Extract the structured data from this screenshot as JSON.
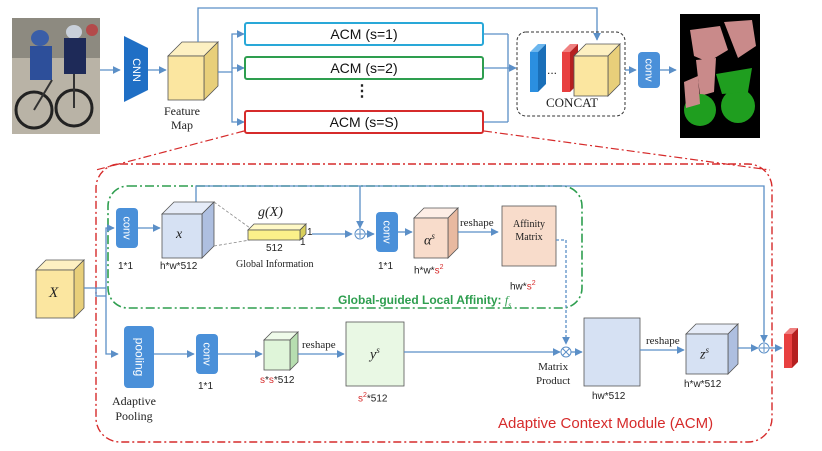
{
  "pipeline": {
    "cnn_label": "CNN",
    "feature_map_label": "Feature\nMap",
    "acm_branches": [
      "ACM (s=1)",
      "ACM (s=2)",
      "ACM (s=S)"
    ],
    "vertical_dots": "⋮",
    "dots": "...",
    "concat_label": "CONCAT",
    "conv_label": "conv"
  },
  "module": {
    "title": "Adaptive Context Module (ACM)",
    "input_label": "X",
    "gla_caption": "Global-guided Local Affinity: ",
    "gla_symbol": "f",
    "gla_symbol_sub": "s",
    "conv_label": "conv",
    "pooling_label": "pooling",
    "x_label": "x",
    "x_dims": "h*w*512",
    "g_label": "g(X)",
    "global_vec_size": "512",
    "global_vec_one": "1",
    "global_info_label": "Global Information",
    "conv1_dims": "1*1",
    "conv2_dims": "1*1",
    "conv3_dims": "1*1",
    "alpha_label": "α",
    "alpha_sup": "s",
    "alpha_dims_prefix": "h*w*",
    "alpha_dims_s": "s",
    "alpha_dims_sup": "2",
    "reshape_label": "reshape",
    "affinity_label": "Affinity\nMatrix",
    "affinity_dims_prefix": "hw*",
    "affinity_dims_s": "s",
    "affinity_dims_sup": "2",
    "adaptive_pooling_label": "Adaptive\nPooling",
    "ss_dims_s1": "s",
    "ss_dims_star": "*",
    "ss_dims_s2": "s",
    "ss_dims_rest": "*512",
    "y_label": "y",
    "y_sup": "s",
    "y_dims_s": "s",
    "y_dims_sup": "2",
    "y_dims_rest": "*512",
    "matrix_product_label": "Matrix\nProduct",
    "product_dims": "hw*512",
    "z_label": "z",
    "z_sup": "s",
    "z_dims": "h*w*512"
  },
  "colors": {
    "cnn_blue": "#1f6fc5",
    "conv_blue": "#4a90d9",
    "arrow_blue": "#5b8fc7",
    "acm1": "#29a8d8",
    "acm2": "#2e9e4f",
    "acm3": "#d62b2b",
    "module_border": "#d62b2b",
    "gla_border": "#2e9e4f",
    "cube_yellow": "#fbe6a0",
    "cube_blue": "#d6e1f3",
    "cube_green": "#dff5d9",
    "cube_peach": "#f8dccb",
    "cube_red": "#e84040"
  }
}
